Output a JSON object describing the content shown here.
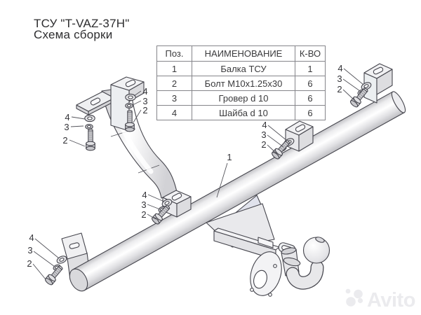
{
  "title": {
    "line1": "ТСУ \"T-VAZ-37H\"",
    "line2": "Схема сборки"
  },
  "parts_table": {
    "headers": [
      "Поз.",
      "НАИМЕНОВАНИЕ",
      "К-ВО"
    ],
    "rows": [
      [
        "1",
        "Балка ТСУ",
        "1"
      ],
      [
        "2",
        "Болт М10х1.25х30",
        "6"
      ],
      [
        "3",
        "Гровер d 10",
        "6"
      ],
      [
        "4",
        "Шайба d 10",
        "6"
      ]
    ]
  },
  "callouts": {
    "beam": "1",
    "bolt": "2",
    "grover": "3",
    "washer": "4"
  },
  "watermark": {
    "text": "Avito"
  },
  "colors": {
    "outline": "#45454d",
    "metal_light": "#f1f1f3",
    "metal_mid": "#e6e6e9",
    "metal_dark": "#d8d8db",
    "plate_tint": "#e0e2ec",
    "table_border": "#85858a",
    "text": "#333338",
    "watermark": "#ebebee"
  }
}
